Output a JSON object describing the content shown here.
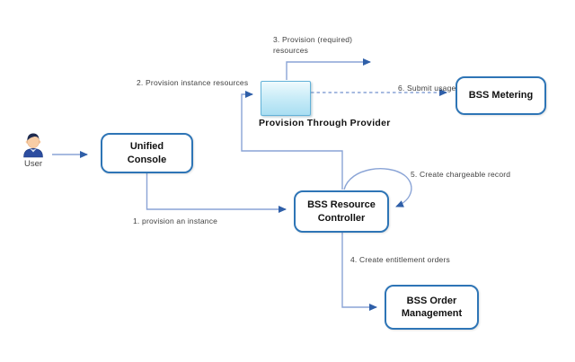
{
  "diagram": {
    "actor": {
      "label": "User"
    },
    "nodes": {
      "unified_console": {
        "label": "Unified Console"
      },
      "provision_through_provider": {
        "label": "Provision Through Provider"
      },
      "bss_metering": {
        "label": "BSS Metering"
      },
      "bss_resource_controller": {
        "label": "BSS Resource Controller"
      },
      "bss_order_management": {
        "label": "BSS Order Management"
      }
    },
    "edges": [
      {
        "id": "1",
        "label": "1. provision an instance",
        "from": "unified_console",
        "to": "bss_resource_controller",
        "style": "solid"
      },
      {
        "id": "2",
        "label": "2. Provision instance resources",
        "from": "bss_resource_controller",
        "to": "provision_through_provider",
        "style": "solid"
      },
      {
        "id": "3",
        "label": "3. Provision (required) resources",
        "from": "provision_through_provider",
        "to": "external",
        "style": "solid"
      },
      {
        "id": "4",
        "label": "4. Create entitlement orders",
        "from": "bss_resource_controller",
        "to": "bss_order_management",
        "style": "solid"
      },
      {
        "id": "5",
        "label": "5. Create chargeable record",
        "from": "bss_resource_controller",
        "to": "bss_resource_controller",
        "style": "self-loop"
      },
      {
        "id": "6",
        "label": "6. Submit usage",
        "from": "provision_through_provider",
        "to": "bss_metering",
        "style": "dashed"
      }
    ],
    "colors": {
      "node_border": "#2E75B6",
      "connector_line": "#8AA4D6",
      "arrowhead": "#2F5FA8",
      "provider_box_top": "#EFFAFD",
      "provider_box_bottom": "#A9DEF2",
      "provider_box_border": "#63B2D8",
      "label_text": "#3F3F3F"
    }
  }
}
